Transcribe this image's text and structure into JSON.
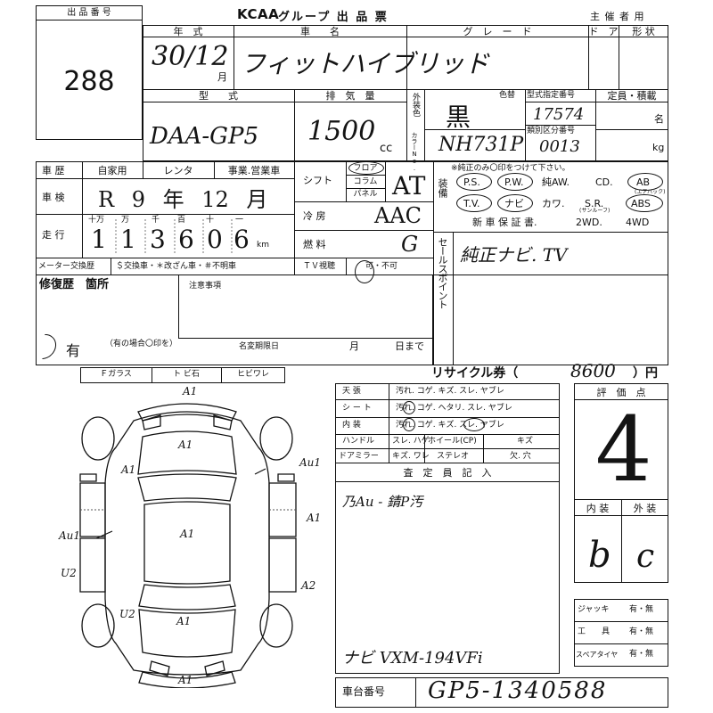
{
  "header": {
    "brand": "KCAA",
    "title": "グループ 出 品 票",
    "organizer_label": "主 催 者 用"
  },
  "lot": {
    "label": "出 品 番 号",
    "number": "288"
  },
  "top_labels": {
    "year": "年　式",
    "name": "車　　名",
    "grade": "グ　レ　ー　ド",
    "doors": "ド　ア",
    "shape": "形 状",
    "model": "型　　式",
    "displacement": "排　気　量",
    "exterior_color": "外装色",
    "color_code_label": "カラーNo.",
    "color_label": "色替",
    "model_designation": "型式指定番号",
    "category_number": "類別区分番号",
    "capacity": "定員・積載",
    "seats_unit": "名",
    "weight_unit": "kg",
    "cc": "cc"
  },
  "vehicle": {
    "year": "30/12",
    "year_month_label": "月",
    "car_name": "フィットハイブリッド",
    "model_code": "DAA-GP5",
    "displacement": "1500",
    "color": "黒",
    "color_code": "NH731P",
    "type_designation": "17574",
    "category_number": "0013"
  },
  "history": {
    "label": "車 歴",
    "options": [
      "自家用",
      "レンタ",
      "事業.営業車"
    ],
    "inspection_label": "車 検",
    "inspection": "R 9 年 12 月",
    "mileage_label": "走 行",
    "digit_labels": [
      "十万",
      "万",
      "千",
      "百",
      "十",
      "一"
    ],
    "mileage_digits": [
      "1",
      "1",
      "3",
      "6",
      "0",
      "6"
    ],
    "km": "km",
    "meter_swap": "メーター交換歴",
    "meter_note": "＄交換車・＊改ざん車・＃不明車"
  },
  "mid": {
    "shift_label": "シフト",
    "shift_options": [
      "フロア",
      "コラム",
      "パネル"
    ],
    "shift": "AT",
    "ac_label": "冷 房",
    "ac": "AAC",
    "fuel_label": "燃 料",
    "fuel": "G",
    "tv_label": "ＴＶ視聴",
    "tv_options": "可・不可"
  },
  "equipment": {
    "label": "装備",
    "note": "※純正のみ〇印をつけて下さい。",
    "row1": [
      "P.S.",
      "P.W.",
      "純AW.",
      "CD.",
      "AB"
    ],
    "row1_sub": "(エアバック)",
    "row2": [
      "T.V.",
      "ナビ",
      "カワ.",
      "S.R.",
      "ABS"
    ],
    "row2_sub": "(サンルーフ)",
    "row3": [
      "新 車 保 証 書.",
      "2WD.",
      "4WD"
    ]
  },
  "sales_point": {
    "label": "セールスポイント",
    "text": "純正ナビ. TV"
  },
  "repair": {
    "label": "修復歴　箇所",
    "value": "有",
    "hint": "（有の場合〇印を）",
    "notes_label": "注意事項",
    "deadline_label": "名変期限日",
    "month": "月",
    "day": "日まで"
  },
  "glass": [
    "Ｆガラス",
    "ト ビ石",
    "ヒビワレ"
  ],
  "recycle": {
    "label": "リサイクル券（",
    "value": "8600",
    "unit": "）円"
  },
  "condition_rows": [
    {
      "label": "天 張",
      "items": "汚れ. コゲ. キズ. スレ. ヤブレ"
    },
    {
      "label": "シ ー ト",
      "items": "汚れ. コゲ. ヘタリ. スレ. ヤブレ"
    },
    {
      "label": "内 装",
      "items": "汚れ. コゲ. キズ. スレ. ヤブレ"
    }
  ],
  "small_rows": {
    "handle": "ハンドル",
    "handle_items": "スレ. ハゲ",
    "wheel": "ホイール(CP)",
    "wheel_items": "キズ",
    "mirror": "ドアミラー",
    "mirror_items": "キズ. ワレ",
    "stereo": "ステレオ",
    "stereo_items": "欠. 穴"
  },
  "inspector": {
    "label": "査　定　員　記　入",
    "line1": "乃Au - 錆P汚",
    "line2": "ナビ VXM-194VFi"
  },
  "score": {
    "label": "評　価　点",
    "value": "4",
    "interior_label": "内 装",
    "interior": "b",
    "exterior_label": "外 装",
    "exterior": "c"
  },
  "tools": [
    {
      "label": "ジャッキ",
      "value": "有・無"
    },
    {
      "label": "工　　具",
      "value": "有・無"
    },
    {
      "label": "スペアタイヤ",
      "value": "有・無"
    }
  ],
  "chassis": {
    "label": "車台番号",
    "value": "GP5-1340588"
  },
  "diagram_marks": {
    "a1": "A1",
    "au1": "Au1",
    "a2": "A2",
    "u2": "U2"
  }
}
